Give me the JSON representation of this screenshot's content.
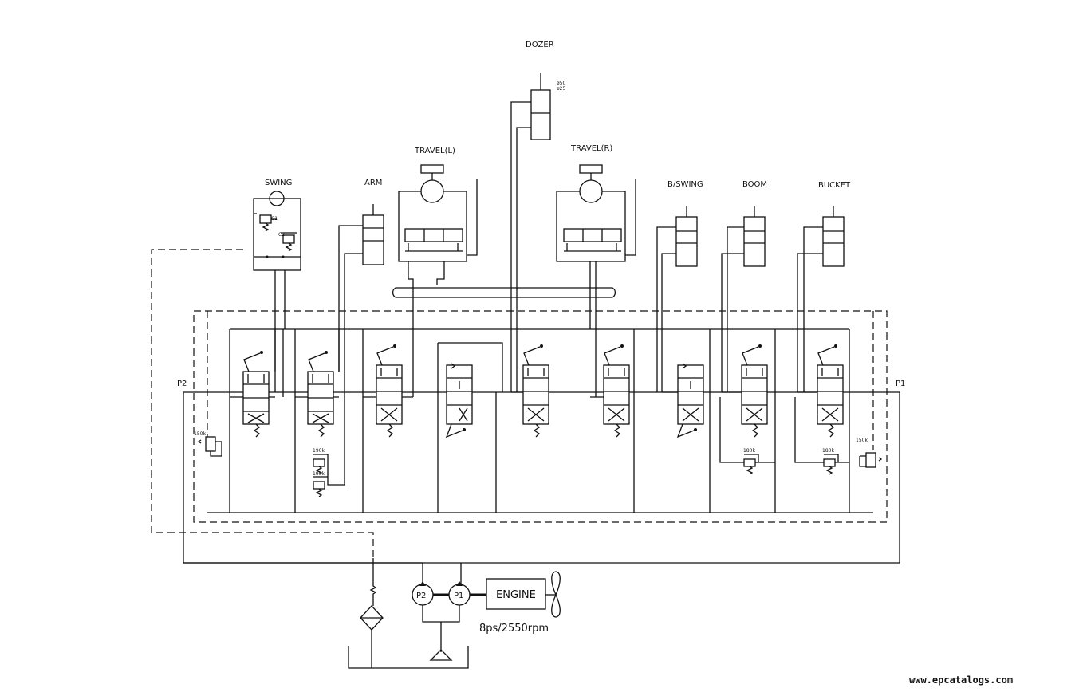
{
  "actuators": {
    "swing": "SWING",
    "arm": "ARM",
    "travel_l": "TRAVEL(L)",
    "dozer": "DOZER",
    "dozer_bore": "ø50",
    "dozer_rod": "ø25",
    "travel_r": "TRAVEL(R)",
    "b_swing": "B/SWING",
    "boom": "BOOM",
    "bucket": "BUCKET"
  },
  "ports": {
    "p1": "P1",
    "p2": "P2"
  },
  "reliefs": {
    "main_left": "150k",
    "main_right": "150k",
    "arm_1": "190k",
    "arm_2": "190k",
    "boom": "180k",
    "bucket": "180k"
  },
  "swing_motor": {
    "c1": "C1",
    "c2": "C2"
  },
  "pumps": {
    "p2": "P2",
    "p1": "P1"
  },
  "engine": {
    "label": "ENGINE",
    "rating": "8ps/2550rpm"
  },
  "watermark": "www.epcatalogs.com"
}
